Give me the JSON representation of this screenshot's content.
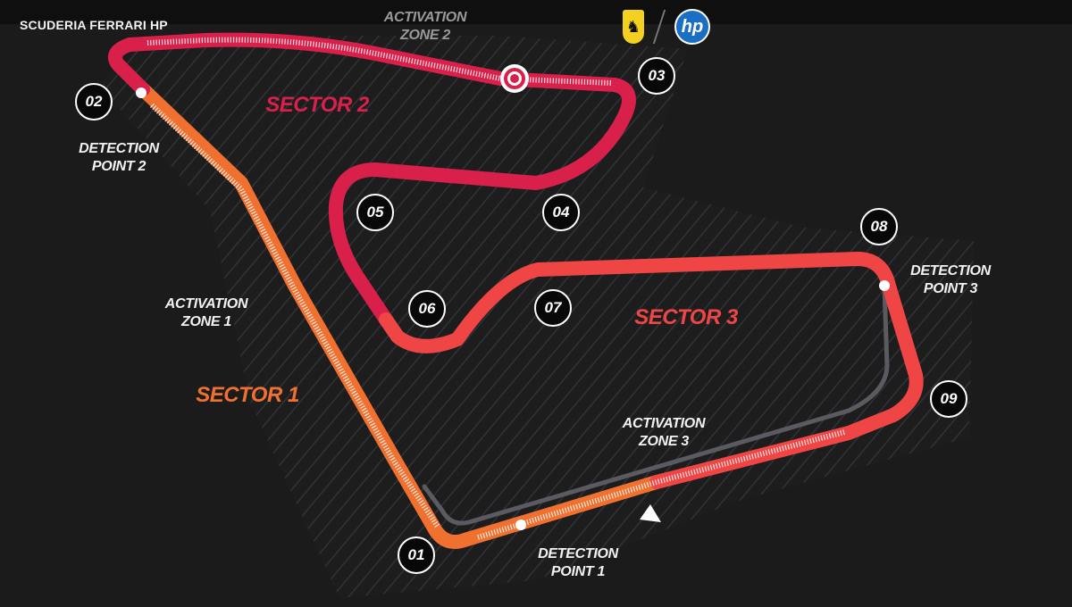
{
  "header": {
    "brand": "SCUDERIA FERRARI HP",
    "logos": [
      "ferrari-logo",
      "hp-logo"
    ],
    "hp_text": "hp"
  },
  "colors": {
    "sector1": "#f07030",
    "sector2": "#d8204a",
    "sector3": "#f04545",
    "pitlane": "#5a5a60"
  },
  "sectors": [
    {
      "label": "SECTOR 1"
    },
    {
      "label": "SECTOR 2"
    },
    {
      "label": "SECTOR 3"
    }
  ],
  "labels": {
    "activation_zone_1": [
      "ACTIVATION",
      "ZONE 1"
    ],
    "activation_zone_2": [
      "ACTIVATION",
      "ZONE 2"
    ],
    "activation_zone_3": [
      "ACTIVATION",
      "ZONE 3"
    ],
    "detection_point_1": [
      "DETECTION",
      "POINT 1"
    ],
    "detection_point_2": [
      "DETECTION",
      "POINT 2"
    ],
    "detection_point_3": [
      "DETECTION",
      "POINT 3"
    ]
  },
  "turns": [
    "01",
    "02",
    "03",
    "04",
    "05",
    "06",
    "07",
    "08",
    "09"
  ]
}
